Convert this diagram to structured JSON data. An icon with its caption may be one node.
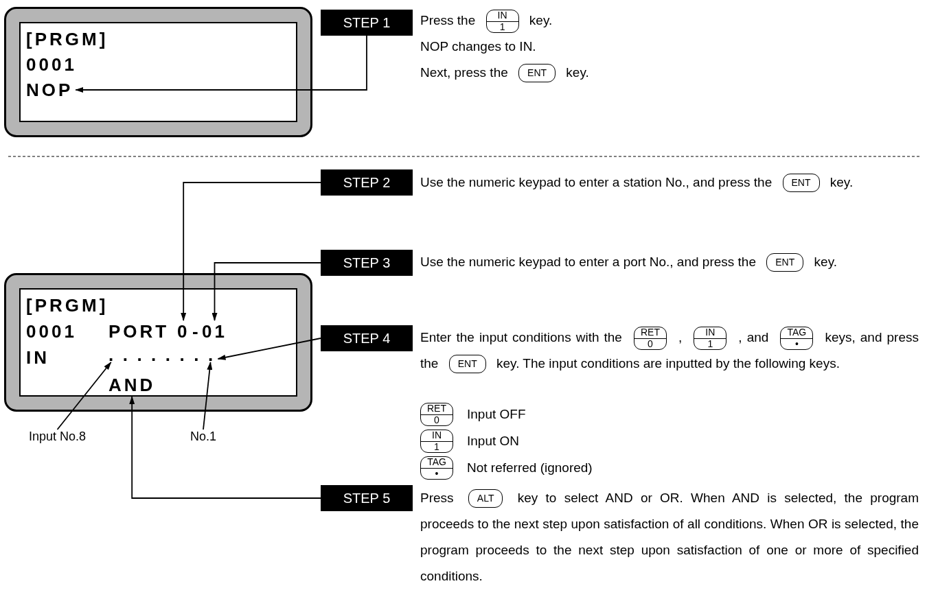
{
  "diagram": {
    "nodes": [
      {
        "text": [],
        "shape": "box"
      },
      {
        "text": [
          "[PRGM]"
        ],
        "in": 0
      },
      {
        "text": [
          "0001"
        ],
        "in": 0
      },
      {
        "text": [
          "NOP"
        ],
        "in": 0
      },
      {
        "text": [
          "STEP 1"
        ]
      },
      {
        "text": [
          "IN",
          "1"
        ]
      },
      {
        "text": [
          "ENT"
        ]
      },
      {
        "text": [
          "STEP 2"
        ]
      },
      {
        "text": [
          "ENT"
        ]
      },
      {
        "text": [
          "STEP 3"
        ]
      },
      {
        "text": [
          "ENT"
        ]
      },
      {
        "text": [],
        "shape": "box"
      },
      {
        "text": [
          "[PRGM]"
        ],
        "in": 11
      },
      {
        "text": [
          "0001"
        ],
        "in": 11
      },
      {
        "text": [
          "PORT"
        ],
        "in": 11
      },
      {
        "text": [
          "0"
        ],
        "in": 11
      },
      {
        "text": [
          "01"
        ],
        "in": 11
      },
      {
        "text": [
          "IN"
        ],
        "in": 11
      },
      {
        "text": [
          "."
        ],
        "in": 11
      },
      {
        "text": [
          "."
        ],
        "in": 11
      },
      {
        "text": [
          "."
        ],
        "in": 11
      },
      {
        "text": [
          "."
        ],
        "in": 11
      },
      {
        "text": [
          "."
        ],
        "in": 11
      },
      {
        "text": [
          "."
        ],
        "in": 11
      },
      {
        "text": [
          "."
        ],
        "in": 11
      },
      {
        "text": [
          "."
        ],
        "in": 11
      },
      {
        "text": [
          "AND"
        ],
        "in": 11
      },
      {
        "text": [
          "Input No.8"
        ]
      },
      {
        "text": [
          "No.1"
        ]
      },
      {
        "text": [
          "STEP 4"
        ]
      },
      {
        "text": [
          "RET",
          "0"
        ]
      },
      {
        "text": [
          "IN",
          "1"
        ]
      },
      {
        "text": [
          "TAG",
          "•"
        ]
      },
      {
        "text": [
          "ENT"
        ]
      },
      {
        "text": [
          "RET",
          "0"
        ]
      },
      {
        "text": [
          "IN",
          "1"
        ]
      },
      {
        "text": [
          "TAG",
          "•"
        ]
      },
      {
        "text": [
          "STEP 5"
        ]
      },
      {
        "text": [
          "ALT"
        ]
      }
    ],
    "edges": [
      {
        "from": 4,
        "to": 3,
        "arrow": "to"
      },
      {
        "from": 7,
        "to": 15,
        "arrow": "to"
      },
      {
        "from": 9,
        "to": 16,
        "arrow": "to"
      },
      {
        "from": 29,
        "to": 25,
        "arrow": "to"
      },
      {
        "from": 27,
        "to": 18,
        "arrow": "to"
      },
      {
        "from": 28,
        "to": 25,
        "arrow": "to"
      },
      {
        "from": 37,
        "to": 26,
        "arrow": "to"
      }
    ],
    "labels": [
      "Press the",
      "key.",
      "NOP changes to IN.",
      "Next, press the",
      "key.",
      "Use the numeric keypad to enter a station No., and press the",
      "key.",
      "Use the numeric keypad to enter a port No., and press the",
      "key.",
      "-",
      "Enter the input conditions with the",
      ",",
      ", and",
      "keys, and press the",
      "key. The input conditions are inputted by the following keys.",
      "Input OFF",
      "Input ON",
      "Not referred (ignored)",
      "Press",
      "key to select AND or OR. When AND is selected, the program proceeds to the next step upon satisfaction of all conditions. When OR is selected, the program proceeds to the next step upon satisfaction of one or more of specified conditions."
    ]
  }
}
